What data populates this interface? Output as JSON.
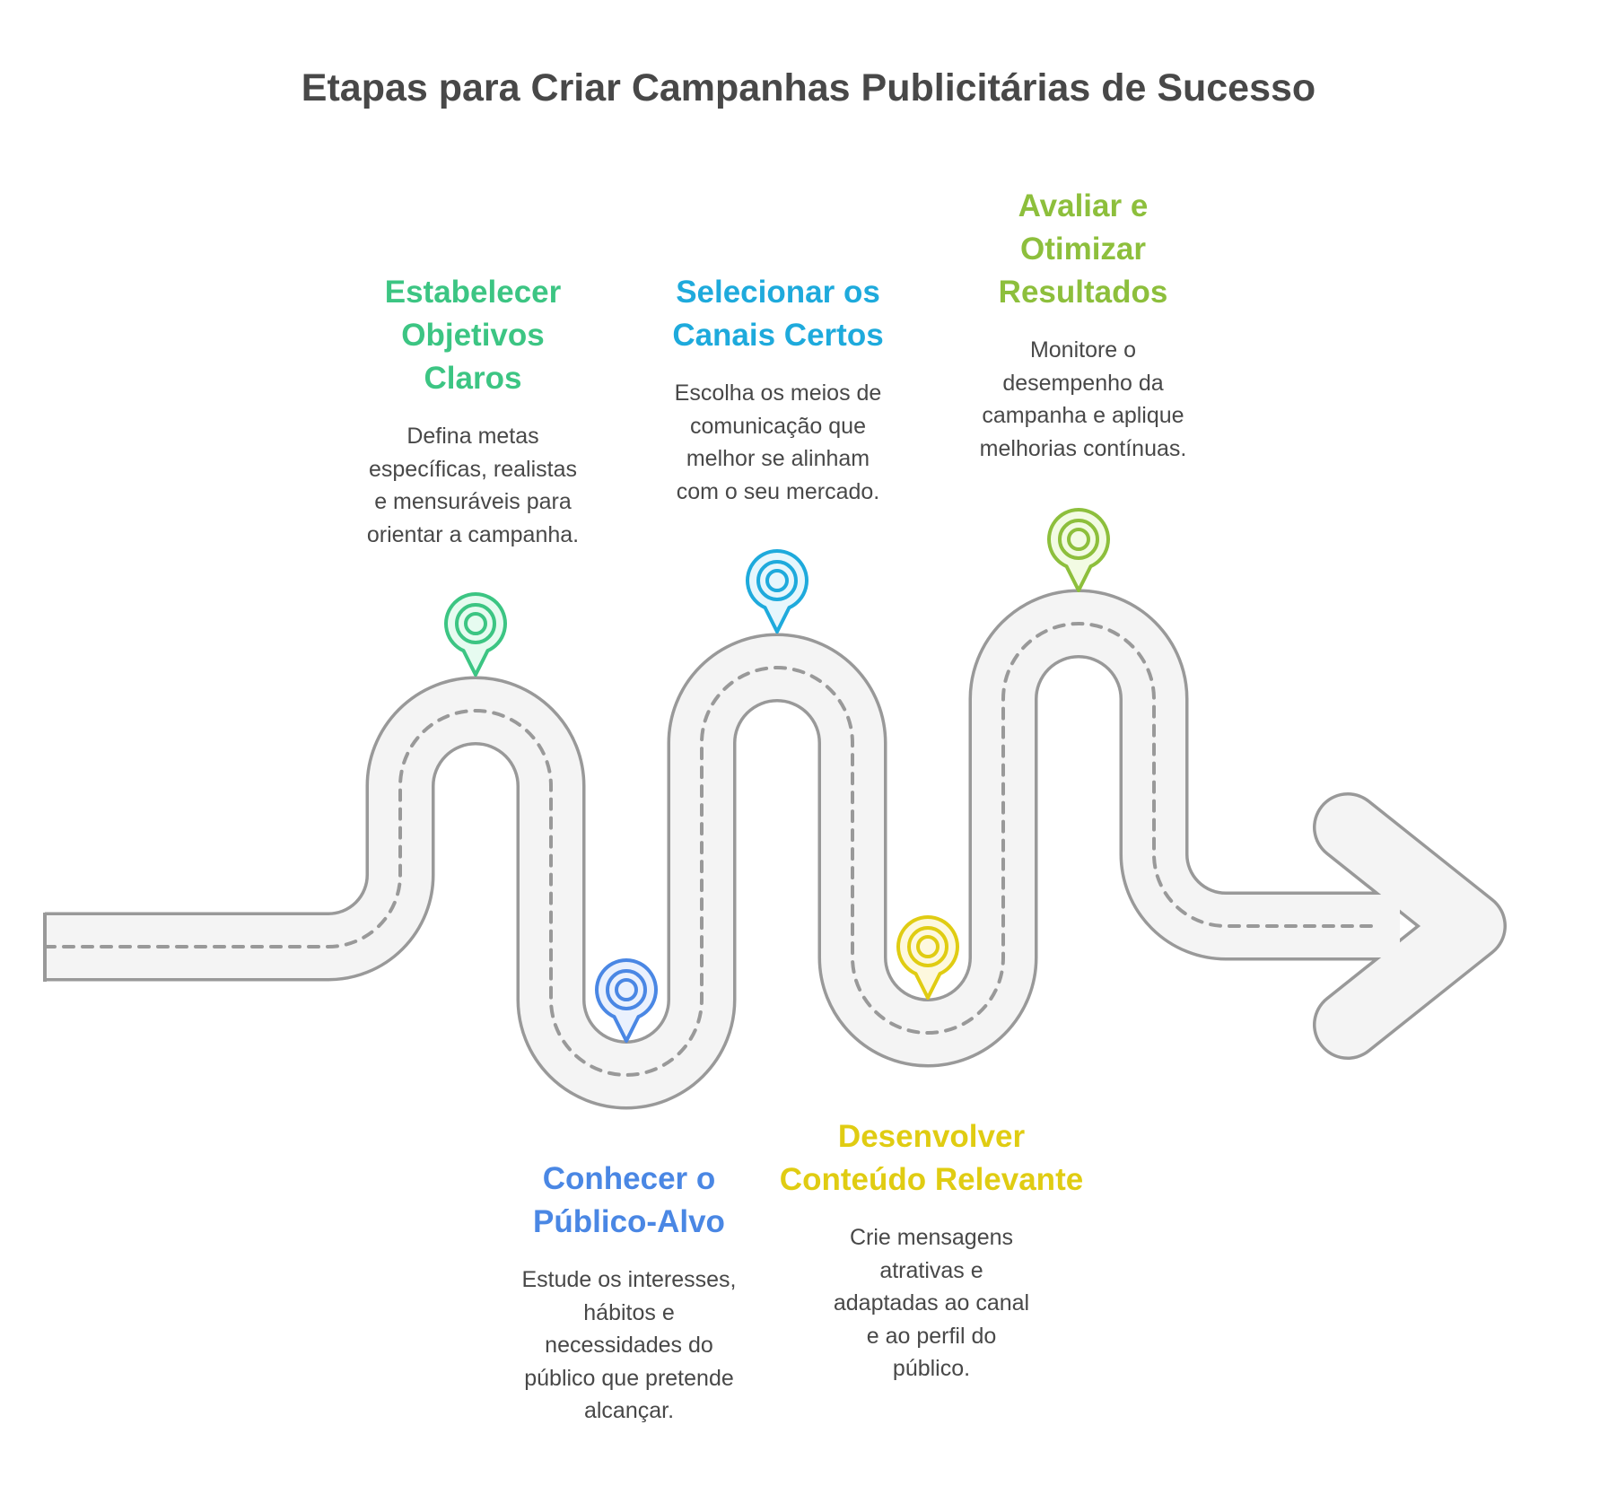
{
  "title": "Etapas para Criar Campanhas Publicitárias de Sucesso",
  "colors": {
    "road_fill": "#f4f4f4",
    "road_stroke": "#999999",
    "text_body": "#484848"
  },
  "steps": [
    {
      "id": "objetivos",
      "title_lines": [
        "Estabelecer",
        "Objetivos",
        "Claros"
      ],
      "desc_lines": [
        "Defina metas",
        "específicas, realistas",
        "e mensuráveis para",
        "orientar a campanha."
      ],
      "color": "#3cc583",
      "pin_fill": "#e6fbf0",
      "icon": "location-pin-icon"
    },
    {
      "id": "publico",
      "title_lines": [
        "Conhecer o",
        "Público-Alvo"
      ],
      "desc_lines": [
        "Estude os interesses,",
        "hábitos e",
        "necessidades do",
        "público que pretende",
        "alcançar."
      ],
      "color": "#4a87e4",
      "pin_fill": "#eaf1fd",
      "icon": "location-pin-icon"
    },
    {
      "id": "canais",
      "title_lines": [
        "Selecionar os",
        "Canais Certos"
      ],
      "desc_lines": [
        "Escolha os meios de",
        "comunicação que",
        "melhor se alinham",
        "com o seu mercado."
      ],
      "color": "#1eaadc",
      "pin_fill": "#e6f6fc",
      "icon": "location-pin-icon"
    },
    {
      "id": "conteudo",
      "title_lines": [
        "Desenvolver",
        "Conteúdo Relevante"
      ],
      "desc_lines": [
        "Crie mensagens",
        "atrativas e",
        "adaptadas ao canal",
        "e ao perfil do",
        "público."
      ],
      "color": "#e0cc12",
      "pin_fill": "#fdf8de",
      "icon": "location-pin-icon"
    },
    {
      "id": "resultados",
      "title_lines": [
        "Avaliar e",
        "Otimizar",
        "Resultados"
      ],
      "desc_lines": [
        "Monitore o",
        "desempenho da",
        "campanha e aplique",
        "melhorias contínuas."
      ],
      "color": "#8dbf3c",
      "pin_fill": "#f2fbe3",
      "icon": "location-pin-icon"
    }
  ]
}
